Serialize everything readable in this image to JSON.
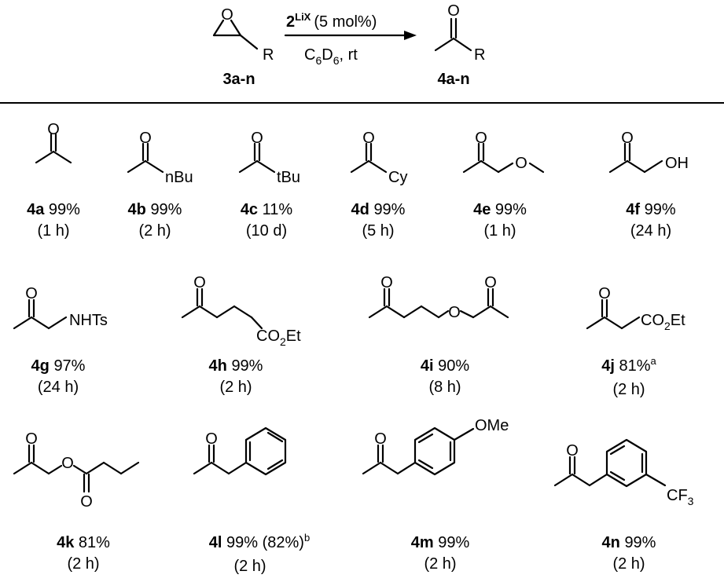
{
  "reaction": {
    "reactant_label": "3a-n",
    "product_label": "4a-n",
    "reactant_substituent": "R",
    "product_substituent": "R",
    "catalyst": {
      "base": "2",
      "superscript": "LiX",
      "loading": "(5 mol%)"
    },
    "conditions": {
      "c_sub": "6",
      "d_sub": "6",
      "tail": ", rt"
    },
    "oxygen": "O"
  },
  "compounds": [
    {
      "id": "4a",
      "yield": "99%",
      "time": "(1 h)"
    },
    {
      "id": "4b",
      "yield": "99%",
      "time": "(2 h)",
      "group": "nBu"
    },
    {
      "id": "4c",
      "yield": "11%",
      "time": "(10 d)",
      "group": "tBu"
    },
    {
      "id": "4d",
      "yield": "99%",
      "time": "(5 h)",
      "group": "Cy"
    },
    {
      "id": "4e",
      "yield": "99%",
      "time": "(1 h)"
    },
    {
      "id": "4f",
      "yield": "99%",
      "time": "(24 h)",
      "group": "OH"
    },
    {
      "id": "4g",
      "yield": "97%",
      "time": "(24 h)",
      "group": "NHTs"
    },
    {
      "id": "4h",
      "yield": "99%",
      "time": "(2 h)",
      "group": "CO",
      "group_sub": "2",
      "group_tail": "Et"
    },
    {
      "id": "4i",
      "yield": "90%",
      "time": "(8 h)"
    },
    {
      "id": "4j",
      "yield": "81%",
      "note": "a",
      "time": "(2 h)",
      "group": "CO",
      "group_sub": "2",
      "group_tail": "Et"
    },
    {
      "id": "4k",
      "yield": "81%",
      "time": "(2 h)"
    },
    {
      "id": "4l",
      "yield": "99% (82%)",
      "note": "b",
      "time": "(2 h)"
    },
    {
      "id": "4m",
      "yield": "99%",
      "time": "(2 h)",
      "group": "OMe"
    },
    {
      "id": "4n",
      "yield": "99%",
      "time": "(2 h)",
      "group": "CF",
      "group_sub": "3"
    }
  ]
}
